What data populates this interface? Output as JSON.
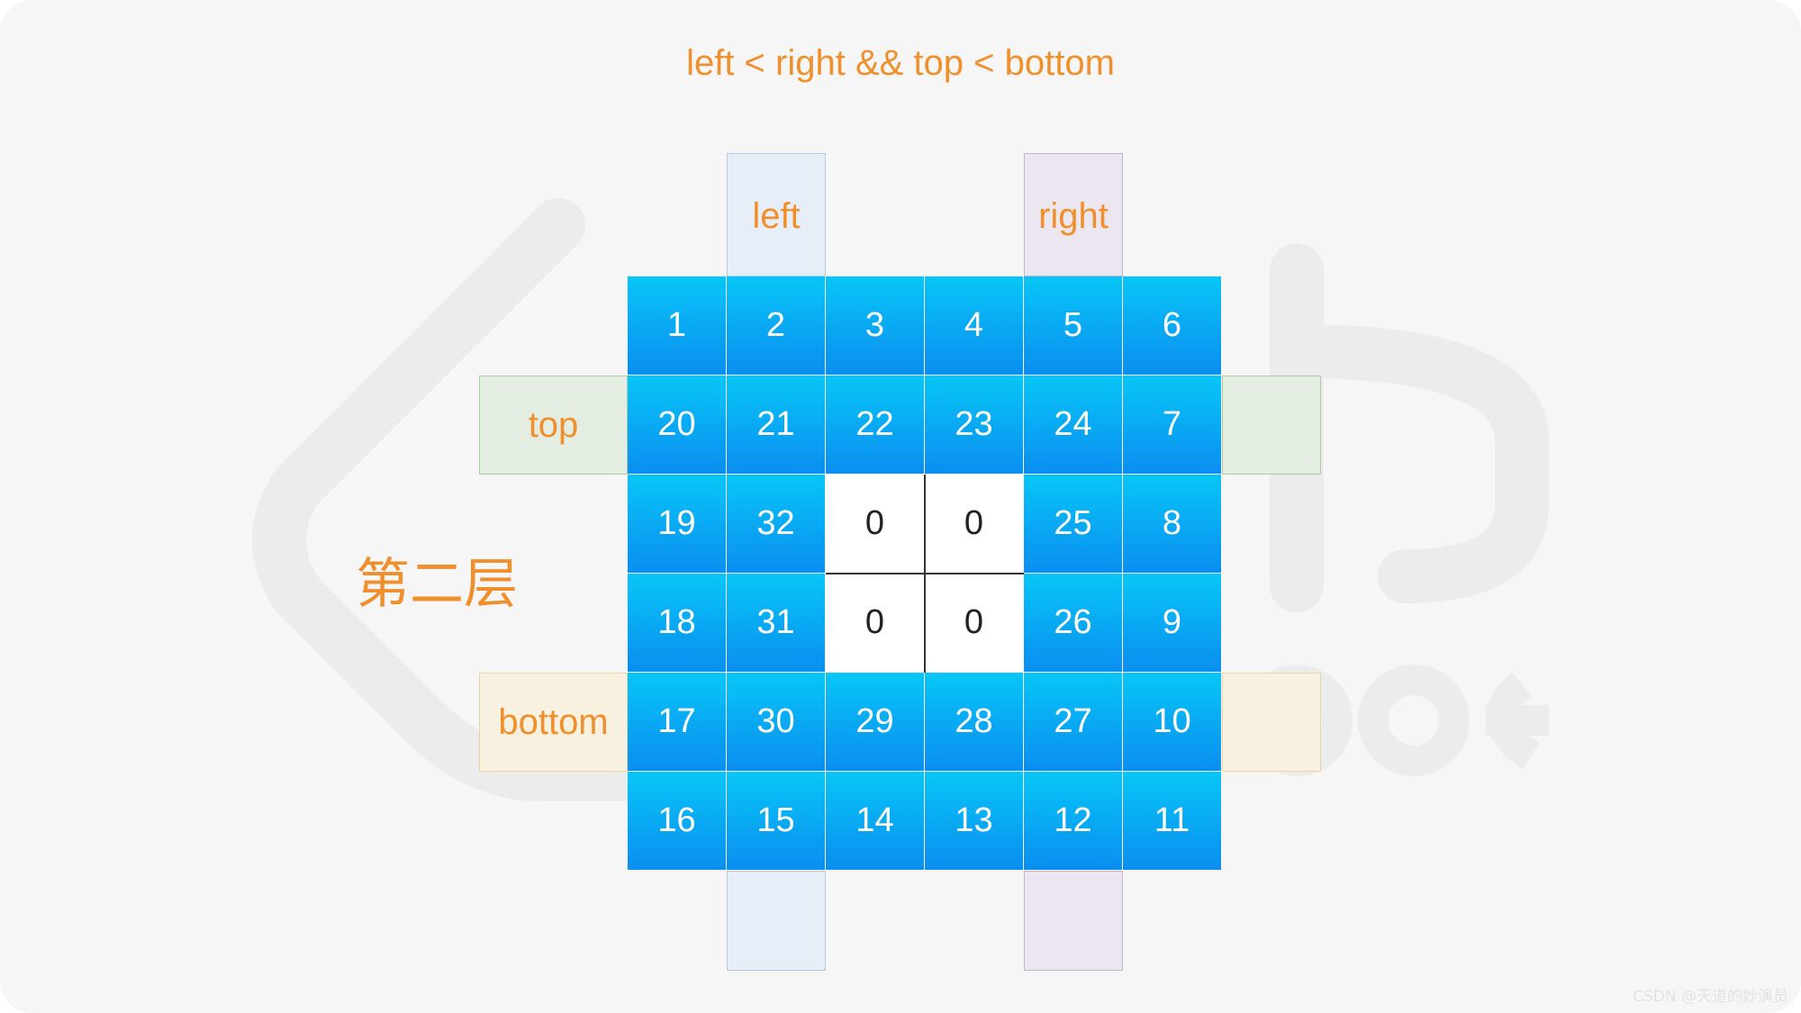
{
  "title": "left < right && top < bottom",
  "labels": {
    "left": "left",
    "right": "right",
    "top": "top",
    "bottom": "bottom",
    "layer": "第二层"
  },
  "grid": [
    [
      "1",
      "2",
      "3",
      "4",
      "5",
      "6"
    ],
    [
      "20",
      "21",
      "22",
      "23",
      "24",
      "7"
    ],
    [
      "19",
      "32",
      "0",
      "0",
      "25",
      "8"
    ],
    [
      "18",
      "31",
      "0",
      "0",
      "26",
      "9"
    ],
    [
      "17",
      "30",
      "29",
      "28",
      "27",
      "10"
    ],
    [
      "16",
      "15",
      "14",
      "13",
      "12",
      "11"
    ]
  ],
  "credit": "CSDN @天道的妙演员",
  "colors": {
    "accent": "#f0902c",
    "cell_top": "#08c6f7",
    "cell_bottom": "#0a8ef0",
    "left_band": "#e7eef8",
    "right_band": "#ebe6ef",
    "top_band": "#e4ede2",
    "bottom_band": "#f8f1df"
  }
}
